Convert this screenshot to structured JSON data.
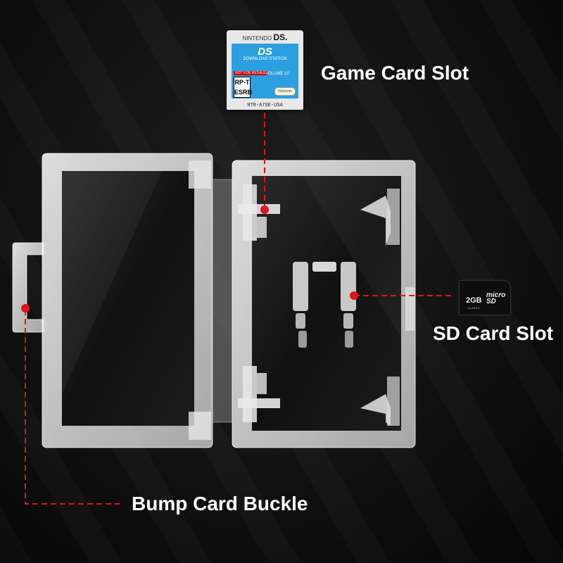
{
  "labels": {
    "game_card_slot": "Game Card Slot",
    "sd_card_slot": "SD Card Slot",
    "bump_card_buckle": "Bump Card Buckle"
  },
  "game_card": {
    "brand": "NINTENDO",
    "brand_suffix": "DS.",
    "title": "DS",
    "subtitle": "DOWNLOAD STATION",
    "not_for_resale": "NOT FOR RESALE",
    "rating": "RP-T",
    "rating_org": "ESRB",
    "volume": "VOLUME 10",
    "publisher": "Nintendo",
    "code": "NTR-A7SE-USA"
  },
  "sd_card": {
    "size": "2GB",
    "brand": "micro SD",
    "class_label": "CLASS 4"
  },
  "colors": {
    "accent": "#e0141e",
    "background": "#111111",
    "label_text": "#ffffff",
    "card_label": "#2b9fe0"
  },
  "icons": [
    "red-dot-marker"
  ]
}
